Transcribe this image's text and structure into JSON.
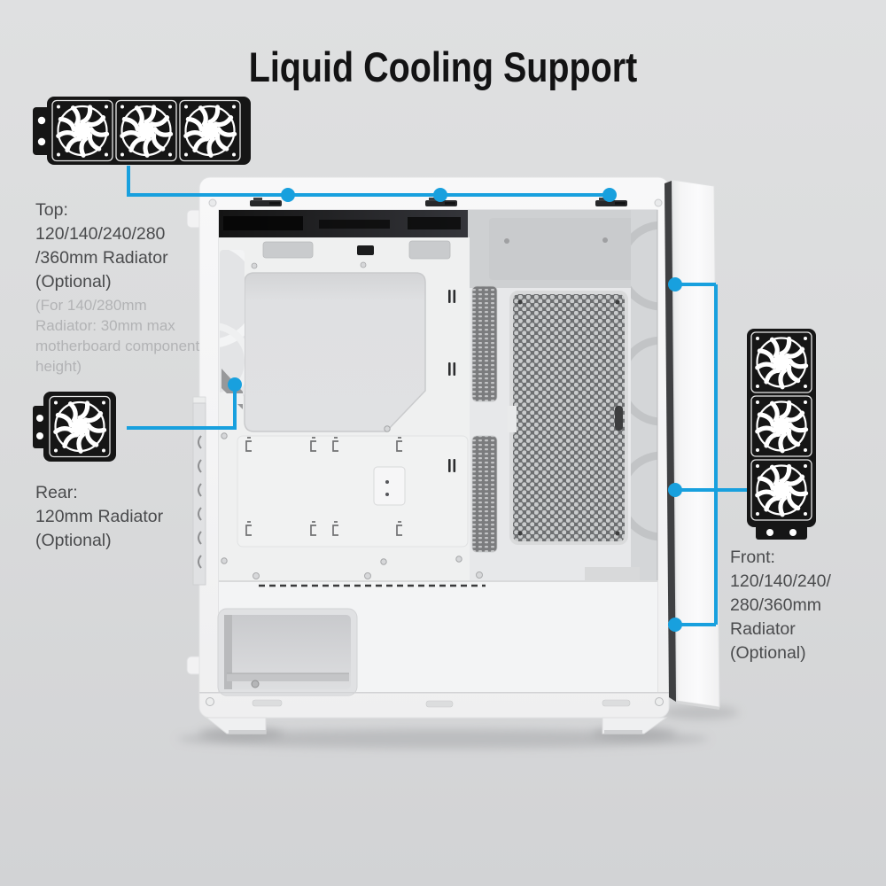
{
  "title": "Liquid Cooling Support",
  "callouts": {
    "top": {
      "label": "Top:\n120/140/240/280\n/360mm Radiator\n(Optional)",
      "note": "(For 140/280mm\nRadiator: 30mm max\nmotherboard component\nheight)",
      "icon": "triple-fan-radiator-icon",
      "mount_points": 3
    },
    "rear": {
      "label": "Rear:\n120mm Radiator\n(Optional)",
      "icon": "single-fan-radiator-icon",
      "mount_points": 1
    },
    "front": {
      "label": "Front:\n120/140/240/\n280/360mm\nRadiator\n(Optional)",
      "icon": "vertical-triple-fan-radiator-icon",
      "mount_points": 3
    }
  },
  "colors": {
    "accent": "#18A0DE",
    "background": "#D9DADB",
    "case": "#F5F5F6",
    "icon_black": "#161616",
    "label_text": "#4A4B4D",
    "note_text": "#B2B3B5",
    "title_text": "#131314"
  }
}
